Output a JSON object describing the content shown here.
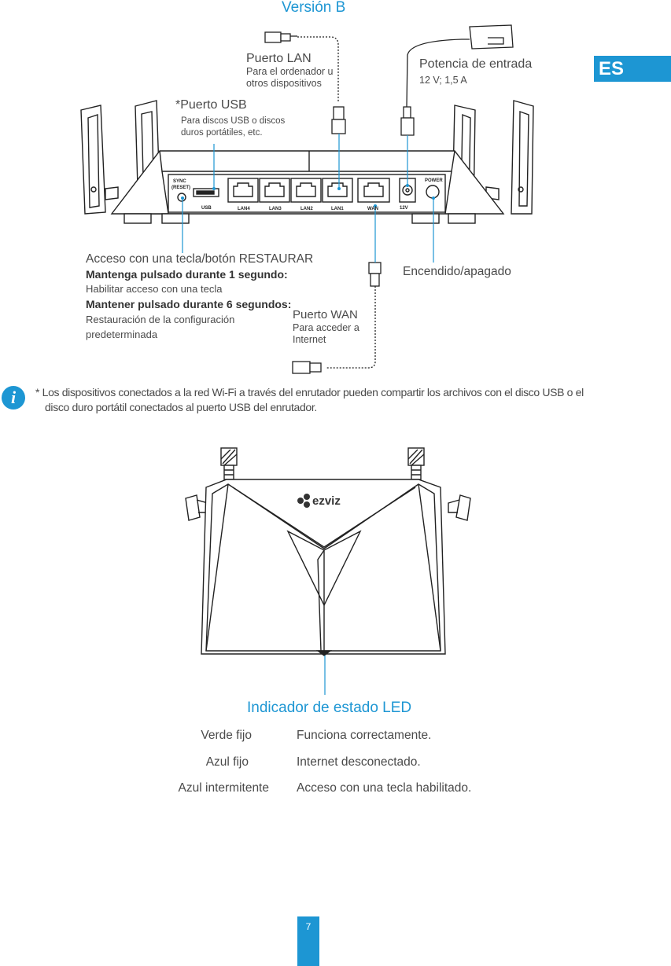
{
  "page": {
    "version_title": "Versión B",
    "lang_tab": "ES",
    "page_number": "7"
  },
  "callouts": {
    "lan_port": {
      "title": "Puerto LAN",
      "desc_line1": "Para el ordenador u",
      "desc_line2": "otros dispositivos"
    },
    "power_input": {
      "title": "Potencia de entrada",
      "desc": "12 V; 1,5 A"
    },
    "usb_port": {
      "title": "*Puerto USB",
      "desc_line1": "Para discos USB o discos",
      "desc_line2": "duros portátiles, etc."
    },
    "reset": {
      "title": "Acceso con una tecla/botón RESTAURAR",
      "hold1_title": "Mantenga pulsado durante 1 segundo:",
      "hold1_desc": "Habilitar acceso con una tecla",
      "hold6_title": "Mantener pulsado durante 6 segundos:",
      "hold6_desc_line1": "Restauración de la configuración",
      "hold6_desc_line2": "predeterminada"
    },
    "power_button": {
      "title": "Encendido/apagado"
    },
    "wan_port": {
      "title": "Puerto WAN",
      "desc_line1": "Para acceder a",
      "desc_line2": "Internet"
    }
  },
  "router_labels": {
    "sync": "SYNC",
    "reset": "(RESET)",
    "usb": "USB",
    "lan4": "LAN4",
    "lan3": "LAN3",
    "lan2": "LAN2",
    "lan1": "LAN1",
    "wan": "WAN",
    "power": "POWER",
    "volt": "12V",
    "brand": "ezviz"
  },
  "note": {
    "line1": "* Los dispositivos conectados a la red Wi-Fi a través del enrutador pueden compartir los archivos con el disco USB o el",
    "line2": "disco duro portátil conectados al puerto USB del enrutador."
  },
  "led": {
    "title": "Indicador de estado LED",
    "rows": [
      {
        "state": "Verde fijo",
        "meaning": "Funciona correctamente."
      },
      {
        "state": "Azul fijo",
        "meaning": "Internet desconectado."
      },
      {
        "state": "Azul intermitente",
        "meaning": "Acceso con una tecla habilitado."
      }
    ]
  },
  "colors": {
    "accent": "#1d96d3",
    "text": "#4a4a4a",
    "line": "#333333"
  }
}
